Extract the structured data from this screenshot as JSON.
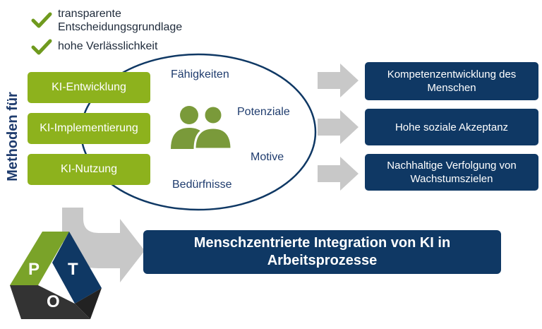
{
  "checks": [
    {
      "text": "transparente\nEntscheidungsgrundlage"
    },
    {
      "text": "hohe Verlässlichkeit"
    }
  ],
  "side_label": "Methoden für",
  "methods": [
    "KI-Entwicklung",
    "KI-Implementierung",
    "KI-Nutzung"
  ],
  "ellipse_terms": {
    "top": "Fähigkeiten",
    "right_mid": "Potenziale",
    "right_low": "Motive",
    "bottom": "Bedürfnisse"
  },
  "outcomes": [
    "Kompetenzentwicklung des Menschen",
    "Hohe soziale Akzeptanz",
    "Nachhaltige Verfolgung von Wachstumszielen"
  ],
  "result": "Menschzentrierte Integration von KI in Arbeitsprozesse",
  "pto": {
    "p": "P",
    "t": "T",
    "o": "O"
  },
  "colors": {
    "green": "#8db21d",
    "navy": "#0f3864",
    "arrow_gray": "#c8c8c8",
    "people_green": "#7a9a3a",
    "text_dark": "#1f3c6e"
  },
  "icons": [
    "check-icon",
    "people-icon",
    "arrow-right-icon",
    "pto-triangle-icon"
  ]
}
